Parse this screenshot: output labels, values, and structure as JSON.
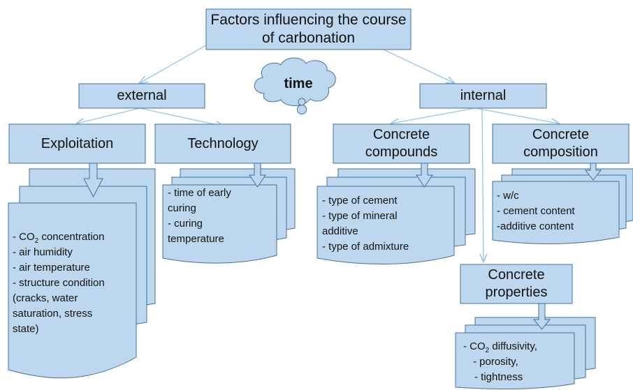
{
  "diagram": {
    "title": "Factors influencing the course of carbonation",
    "time": "time",
    "external": "external",
    "internal": "internal",
    "exploitation": "Exploitation",
    "technology": "Technology",
    "compounds": "Concrete compounds",
    "composition": "Concrete composition",
    "properties": "Concrete properties",
    "exploitation_list": [
      "- CO",
      "2",
      " concentration",
      "- air humidity",
      "-  air temperature",
      "- structure condition",
      "(cracks,  water",
      "saturation, stress",
      "state)"
    ],
    "technology_list": [
      "- time of early",
      "curing",
      "- curing",
      "temperature"
    ],
    "compounds_list": [
      "- type of cement",
      "- type of mineral",
      "additive",
      "- type of admixture"
    ],
    "composition_list": [
      "- w/c",
      "- cement content",
      "-additive content"
    ],
    "properties_list": [
      "- CO",
      "2",
      " diffusivity,",
      "- porosity,",
      "- tightness"
    ]
  },
  "colors": {
    "box_fill": "#bdd7ee",
    "box_stroke": "#41719c",
    "arrow": "#9dc3e6"
  }
}
